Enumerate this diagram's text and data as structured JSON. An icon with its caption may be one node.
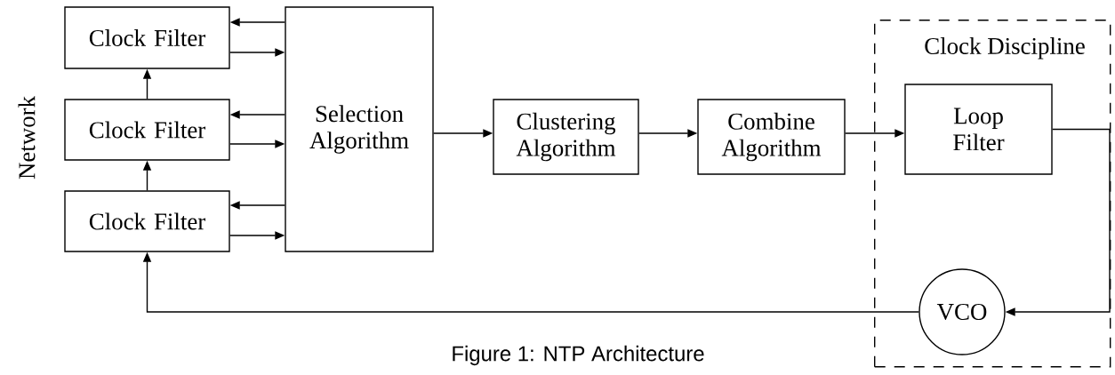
{
  "diagram": {
    "caption": "Figure 1: NTP Architecture",
    "nodes": [
      {
        "text": [
          "Clock Filter"
        ]
      },
      {
        "text": [
          "Clock Filter"
        ]
      },
      {
        "text": [
          "Clock Filter"
        ]
      },
      {
        "text": [
          "Selection Algorithm"
        ]
      },
      {
        "text": [
          "Clustering Algorithm"
        ]
      },
      {
        "text": [
          "Combine Algorithm"
        ]
      },
      {
        "text": [
          "Clock Discipline"
        ]
      },
      {
        "text": [
          "Loop Filter"
        ],
        "in": 6
      },
      {
        "text": [
          "VCO"
        ],
        "in": 6
      }
    ],
    "edges": [
      {
        "from": 3,
        "to": 0,
        "arrow": "to"
      },
      {
        "from": 0,
        "to": 3,
        "arrow": "to"
      },
      {
        "from": 3,
        "to": 1,
        "arrow": "to"
      },
      {
        "from": 1,
        "to": 3,
        "arrow": "to"
      },
      {
        "from": 3,
        "to": 2,
        "arrow": "to"
      },
      {
        "from": 2,
        "to": 3,
        "arrow": "to"
      },
      {
        "from": 1,
        "to": 0,
        "arrow": "to"
      },
      {
        "from": 2,
        "to": 1,
        "arrow": "to"
      },
      {
        "from": 3,
        "to": 4,
        "arrow": "to"
      },
      {
        "from": 4,
        "to": 5,
        "arrow": "to"
      },
      {
        "from": 5,
        "to": 7,
        "arrow": "to"
      },
      {
        "from": 7,
        "to": 8,
        "arrow": "to"
      },
      {
        "from": 8,
        "to": 2,
        "arrow": "to"
      }
    ],
    "labels": [
      "Network"
    ]
  }
}
